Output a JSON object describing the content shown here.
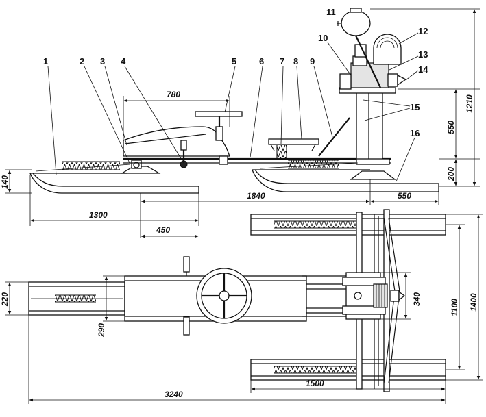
{
  "part_numbers": [
    "1",
    "2",
    "3",
    "4",
    "5",
    "6",
    "7",
    "8",
    "9",
    "10",
    "11",
    "12",
    "13",
    "14",
    "15",
    "16"
  ],
  "dimensions": {
    "d780": "780",
    "d1840": "1840",
    "d550_bottom": "550",
    "d1300": "1300",
    "d450": "450",
    "d140": "140",
    "d200": "200",
    "d550_side": "550",
    "d1210": "1210",
    "d220": "220",
    "d290": "290",
    "d3240": "3240",
    "d1500": "1500",
    "d340": "340",
    "d1100": "1100",
    "d1400": "1400"
  }
}
